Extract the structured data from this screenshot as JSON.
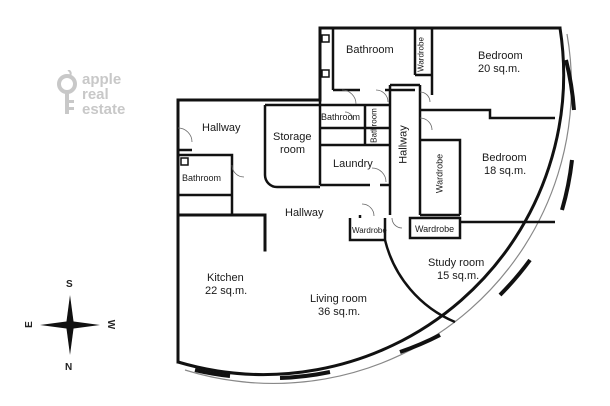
{
  "logo": {
    "lines": [
      "apple",
      "real",
      "estate"
    ],
    "color": "#c8c8c8"
  },
  "rooms": {
    "bathroom_top": "Bathroom",
    "wardrobe_top": "Wardrobe",
    "bedroom_top": "Bedroom",
    "bedroom_top_area": "20 sq.m.",
    "hallway_left": "Hallway",
    "storage": "Storage",
    "storage_2": "room",
    "bathroom_mid": "Bathroom",
    "bathroom_mid_v": "Bathroom",
    "laundry": "Laundry",
    "hallway_vert": "Hallway",
    "bedroom_mid": "Bedroom",
    "bedroom_mid_area": "18 sq.m.",
    "wardrobe_mid_v": "Wardrobe",
    "bathroom_left": "Bathroom",
    "hallway_main": "Hallway",
    "wardrobe_small": "Wardrobe",
    "wardrobe_right": "Wardrobe",
    "study": "Study room",
    "study_area": "15 sq.m.",
    "kitchen": "Kitchen",
    "kitchen_area": "22 sq.m.",
    "living": "Living room",
    "living_area": "36 sq.m."
  },
  "compass": {
    "s": "S",
    "n": "N",
    "e": "E",
    "w": "W"
  },
  "colors": {
    "wall": "#111111",
    "window": "#8a8a8a",
    "logo": "#c8c8c8"
  }
}
